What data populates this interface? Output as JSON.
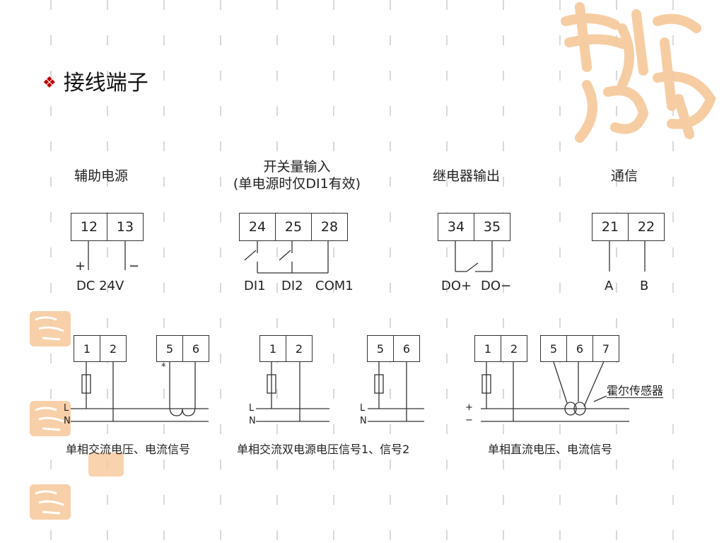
{
  "slide": {
    "bullet": "❖",
    "title": "接线端子"
  },
  "top_section": {
    "aux_power": {
      "header": "辅助电源",
      "terminals": [
        "12",
        "13"
      ],
      "polarity_plus": "+",
      "polarity_minus": "−",
      "label": "DC 24V"
    },
    "switch_input": {
      "header_line1": "开关量输入",
      "header_line2": "(单电源时仅DI1有效)",
      "terminals": [
        "24",
        "25",
        "28"
      ],
      "labels": [
        "DI1",
        "DI2",
        "COM1"
      ]
    },
    "relay_output": {
      "header": "继电器输出",
      "terminals": [
        "34",
        "35"
      ],
      "labels": [
        "DO+",
        "DO−"
      ]
    },
    "communication": {
      "header": "通信",
      "terminals": [
        "21",
        "22"
      ],
      "labels": [
        "A",
        "B"
      ]
    }
  },
  "bottom_section": {
    "ac_single": {
      "voltage_terminals": [
        "1",
        "2"
      ],
      "current_terminals": [
        "5",
        "6"
      ],
      "star": "*",
      "line_l": "L",
      "line_n": "N",
      "caption": "单相交流电压、电流信号"
    },
    "ac_dual": {
      "terminals_a": [
        "1",
        "2"
      ],
      "terminals_b": [
        "5",
        "6"
      ],
      "line_l": "L",
      "line_n": "N",
      "caption": "单相交流双电源电压信号1、信号2"
    },
    "dc_single": {
      "voltage_terminals": [
        "1",
        "2"
      ],
      "sensor_terminals": [
        "5",
        "6",
        "7"
      ],
      "line_plus": "+",
      "line_minus": "−",
      "hall_sensor": "霍尔传感器",
      "caption": "单相直流电压、电流信号"
    }
  },
  "colors": {
    "bullet": "#c00000",
    "watermark": "#f6c89a",
    "grid_dash": "#d9d9d9",
    "line": "#333333"
  }
}
